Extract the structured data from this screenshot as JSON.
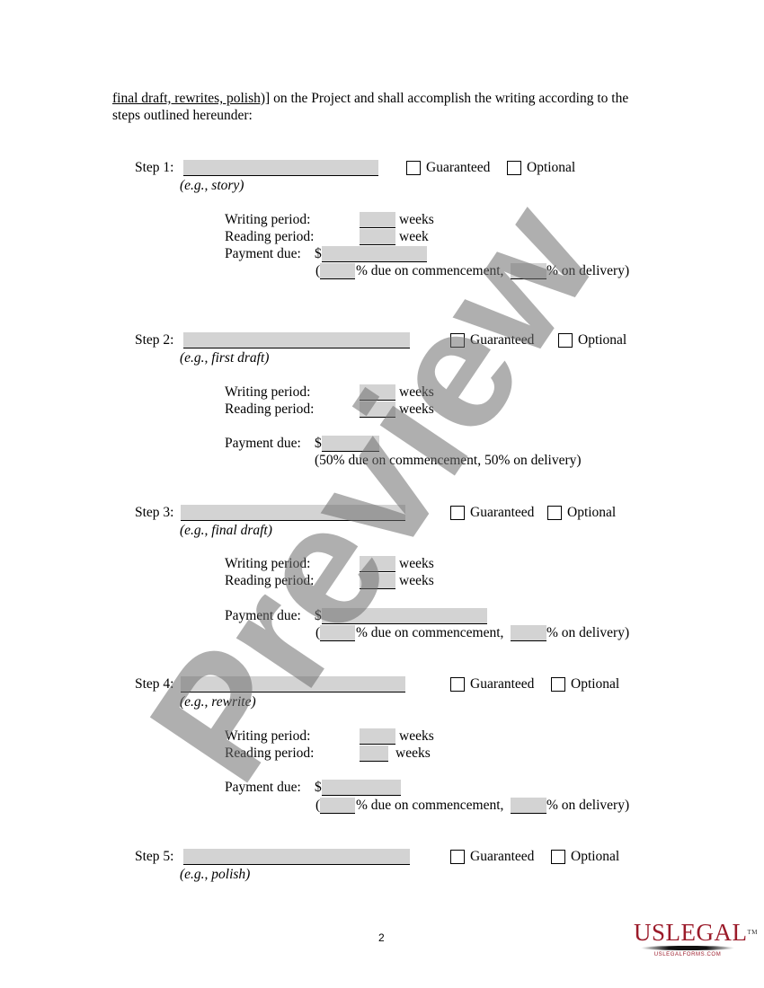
{
  "intro": {
    "underlined": "final draft, rewrites, polish)]",
    "line1_rest": " on the Project and shall accomplish the writing according to the",
    "line2": "steps outlined hereunder:"
  },
  "labels": {
    "guaranteed": "Guaranteed",
    "optional": "Optional",
    "writing_period": "Writing period:",
    "reading_period": "Reading period:",
    "payment_due": "Payment due:",
    "dollar": "$",
    "pct_open": "(",
    "pct_commencement": "% due on commencement,",
    "pct_delivery": "% on delivery)"
  },
  "steps": [
    {
      "label": "Step 1:",
      "example": "(e.g., story)",
      "writing_unit": "weeks",
      "reading_unit": "week",
      "split_text": null
    },
    {
      "label": "Step 2:",
      "example": "(e.g., first draft)",
      "writing_unit": "weeks",
      "reading_unit": "weeks",
      "split_text": "(50% due on commencement, 50% on delivery)"
    },
    {
      "label": "Step 3:",
      "example": "(e.g., final draft)",
      "writing_unit": "weeks",
      "reading_unit": "weeks",
      "split_text": null
    },
    {
      "label": "Step 4:",
      "example": "(e.g., rewrite)",
      "writing_unit": "weeks",
      "reading_unit": "weeks",
      "split_text": null
    },
    {
      "label": "Step 5:",
      "example": "(e.g., polish)"
    }
  ],
  "page_number": "2",
  "watermark": "Preview",
  "logo": {
    "brand": "USLEGAL",
    "tm": "TM",
    "site": "USLEGALFORMS.COM"
  }
}
